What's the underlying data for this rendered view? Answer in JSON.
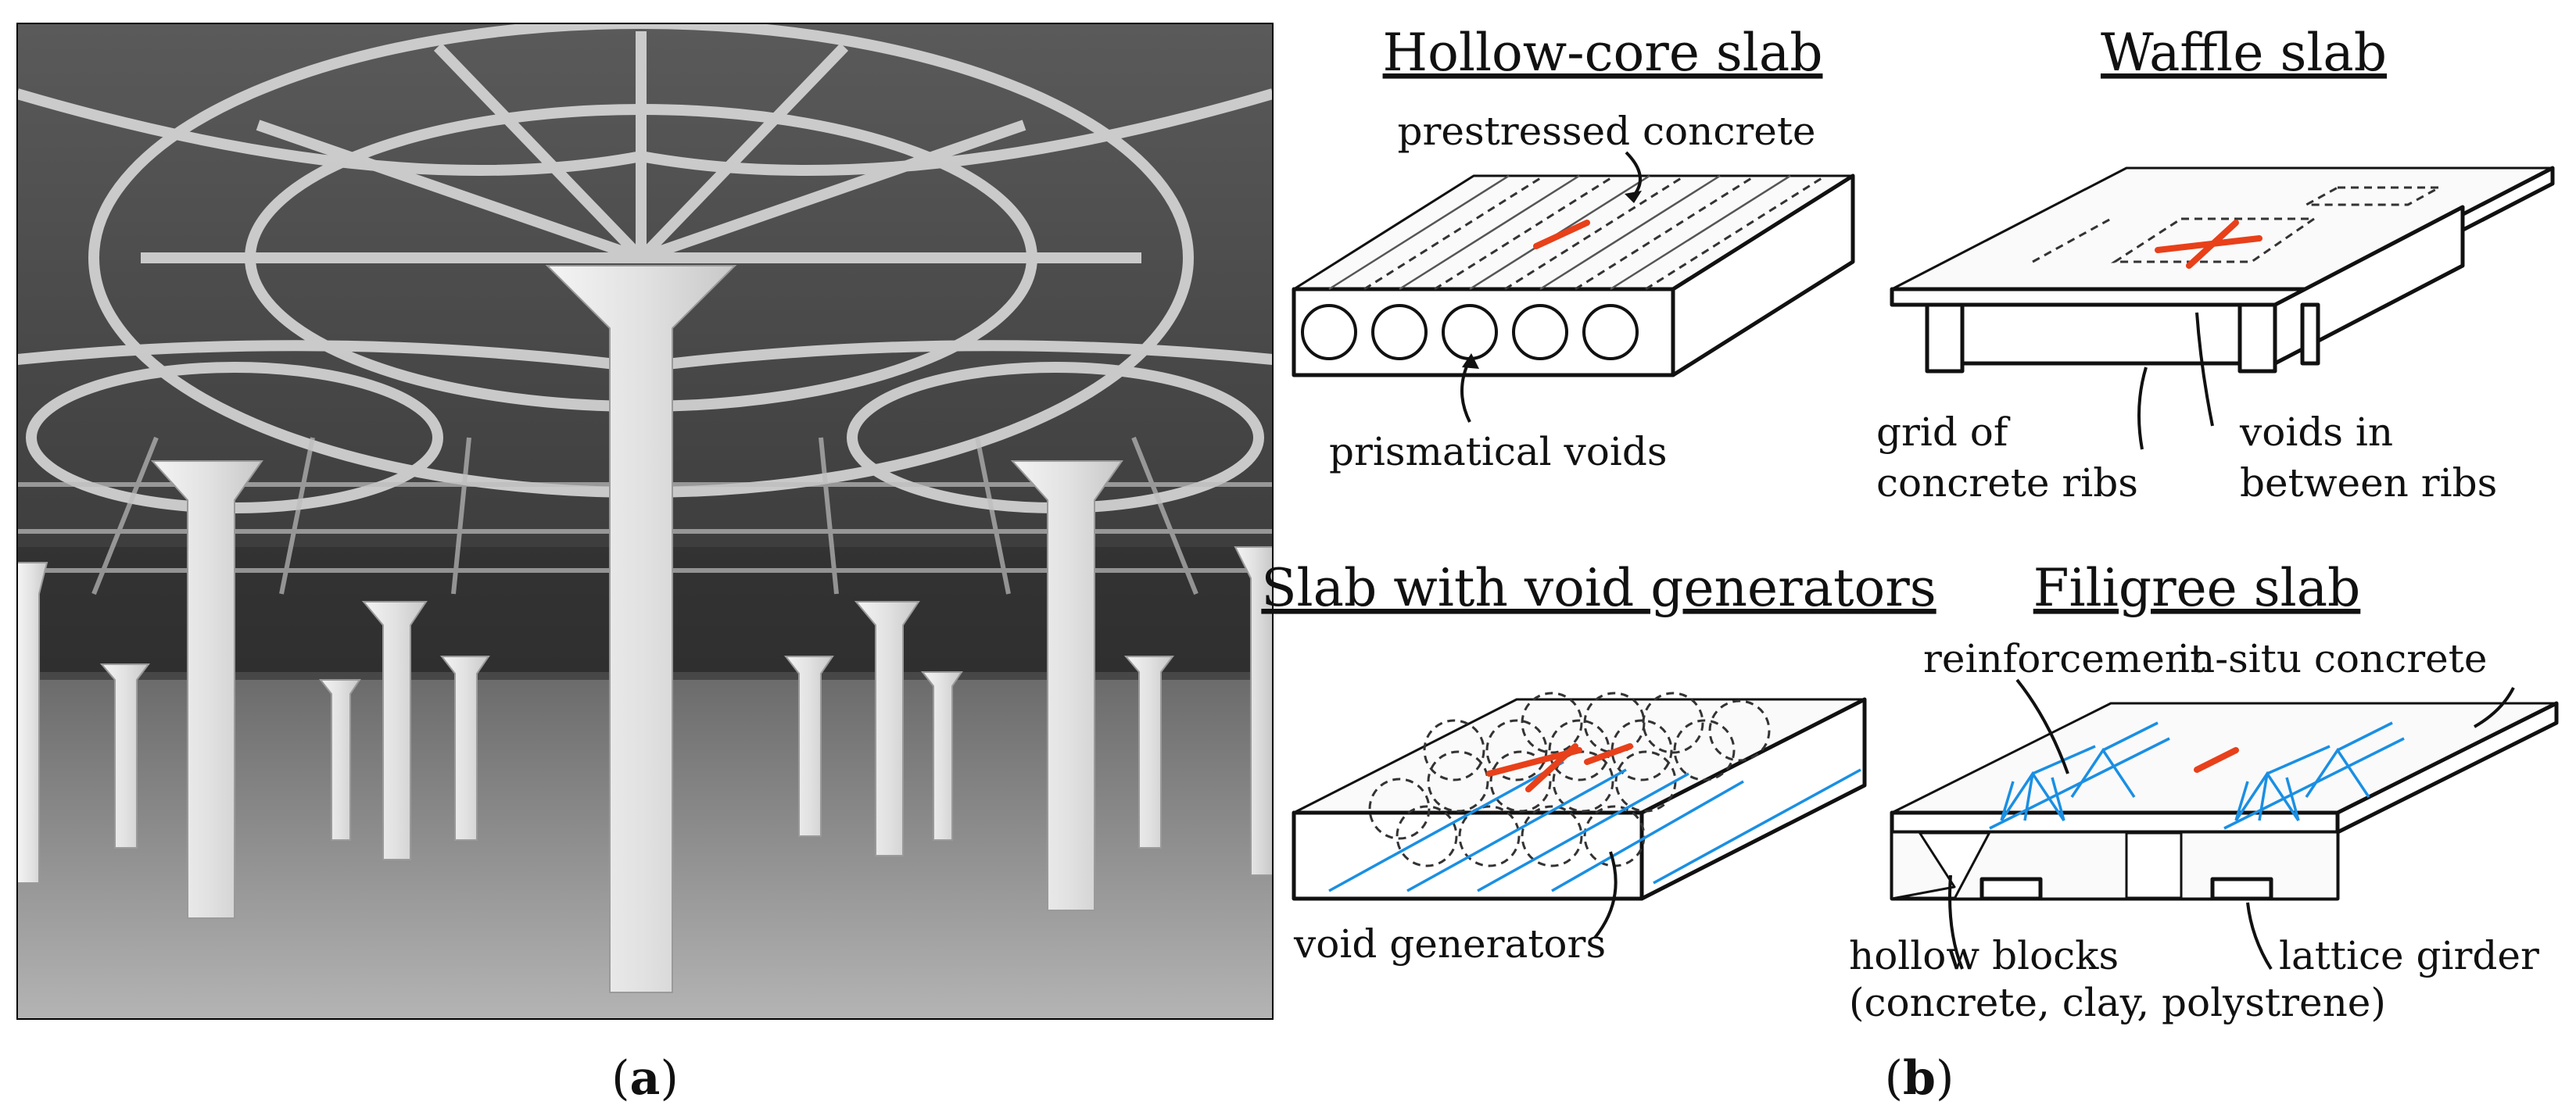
{
  "figure": {
    "panel_a_caption": {
      "open": "(",
      "letter": "a",
      "close": ")"
    },
    "panel_b_caption": {
      "open": "(",
      "letter": "b",
      "close": ")"
    },
    "hollow_core": {
      "title": "Hollow-core slab",
      "label_top": "prestressed concrete",
      "label_bottom": "prismatical voids"
    },
    "waffle": {
      "title": "Waffle slab",
      "label_left_1": "grid of",
      "label_left_2": "concrete ribs",
      "label_right_1": "voids in",
      "label_right_2": "between ribs"
    },
    "void_generators": {
      "title": "Slab with void generators",
      "label": "void generators"
    },
    "filigree": {
      "title": "Filigree slab",
      "label_reinforcement": "reinforcement",
      "label_insitu": "in-situ concrete",
      "label_blocks_1": "hollow blocks",
      "label_blocks_2": "(concrete, clay, polystrene)",
      "label_girder": "lattice girder"
    },
    "colors": {
      "reinforcement": "#1a8fe3",
      "span_arrows": "#e8401a",
      "photo_ceiling": "#6e6e6e",
      "photo_column": "#ececec"
    }
  }
}
